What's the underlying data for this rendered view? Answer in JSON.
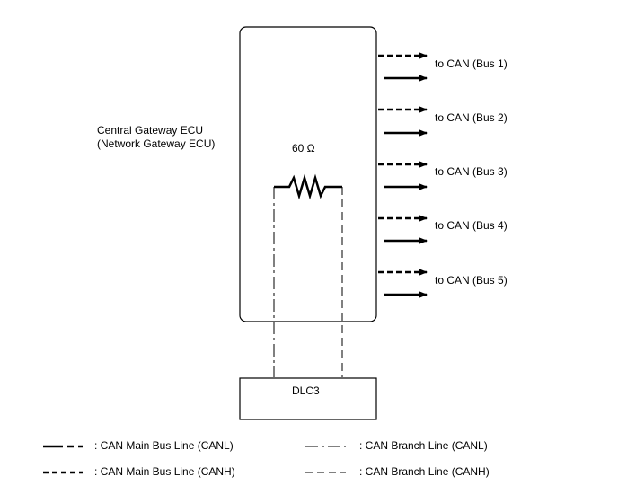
{
  "ecu": {
    "name_line1": "Central Gateway ECU",
    "name_line2": "(Network Gateway ECU)",
    "resistor_label": "60 Ω"
  },
  "dlc": {
    "label": "DLC3"
  },
  "buses": [
    {
      "label": "to CAN (Bus 1)"
    },
    {
      "label": "to CAN (Bus 2)"
    },
    {
      "label": "to CAN (Bus 3)"
    },
    {
      "label": "to CAN (Bus 4)"
    },
    {
      "label": "to CAN (Bus 5)"
    }
  ],
  "legend": {
    "main_canl": ": CAN Main Bus Line (CANL)",
    "main_canh": ": CAN Main Bus Line (CANH)",
    "branch_canl": ": CAN Branch Line (CANL)",
    "branch_canh": ": CAN Branch Line (CANH)"
  },
  "colors": {
    "line": "#000000",
    "background": "#ffffff"
  }
}
